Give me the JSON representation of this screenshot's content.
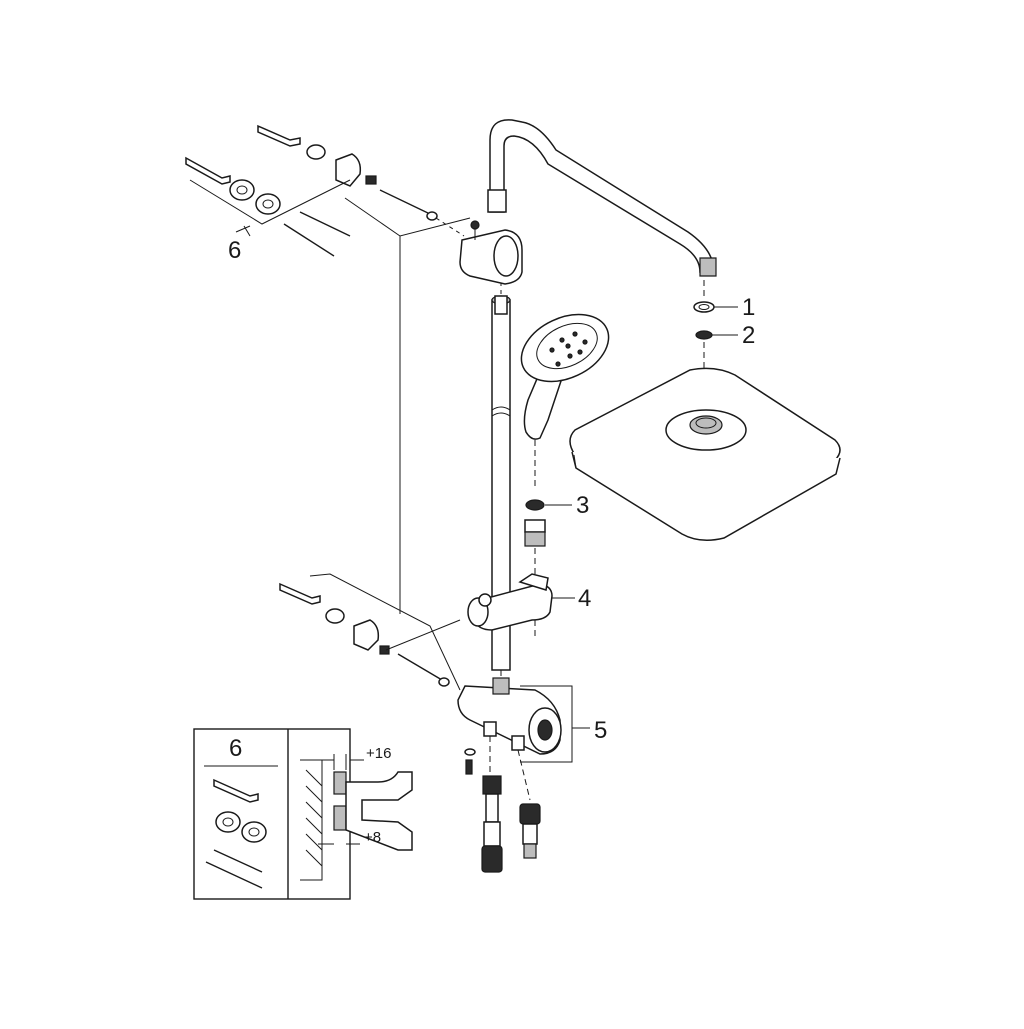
{
  "callouts": {
    "c1": "1",
    "c2": "2",
    "c3": "3",
    "c4": "4",
    "c5": "5",
    "c6": "6"
  },
  "inset": {
    "kit_number": "6",
    "offset_top": "+16",
    "offset_bottom": "+8"
  },
  "colors": {
    "line": "#1a1a1a",
    "fill_grey": "#bdbdbd",
    "fill_dark": "#2a2a2a"
  }
}
